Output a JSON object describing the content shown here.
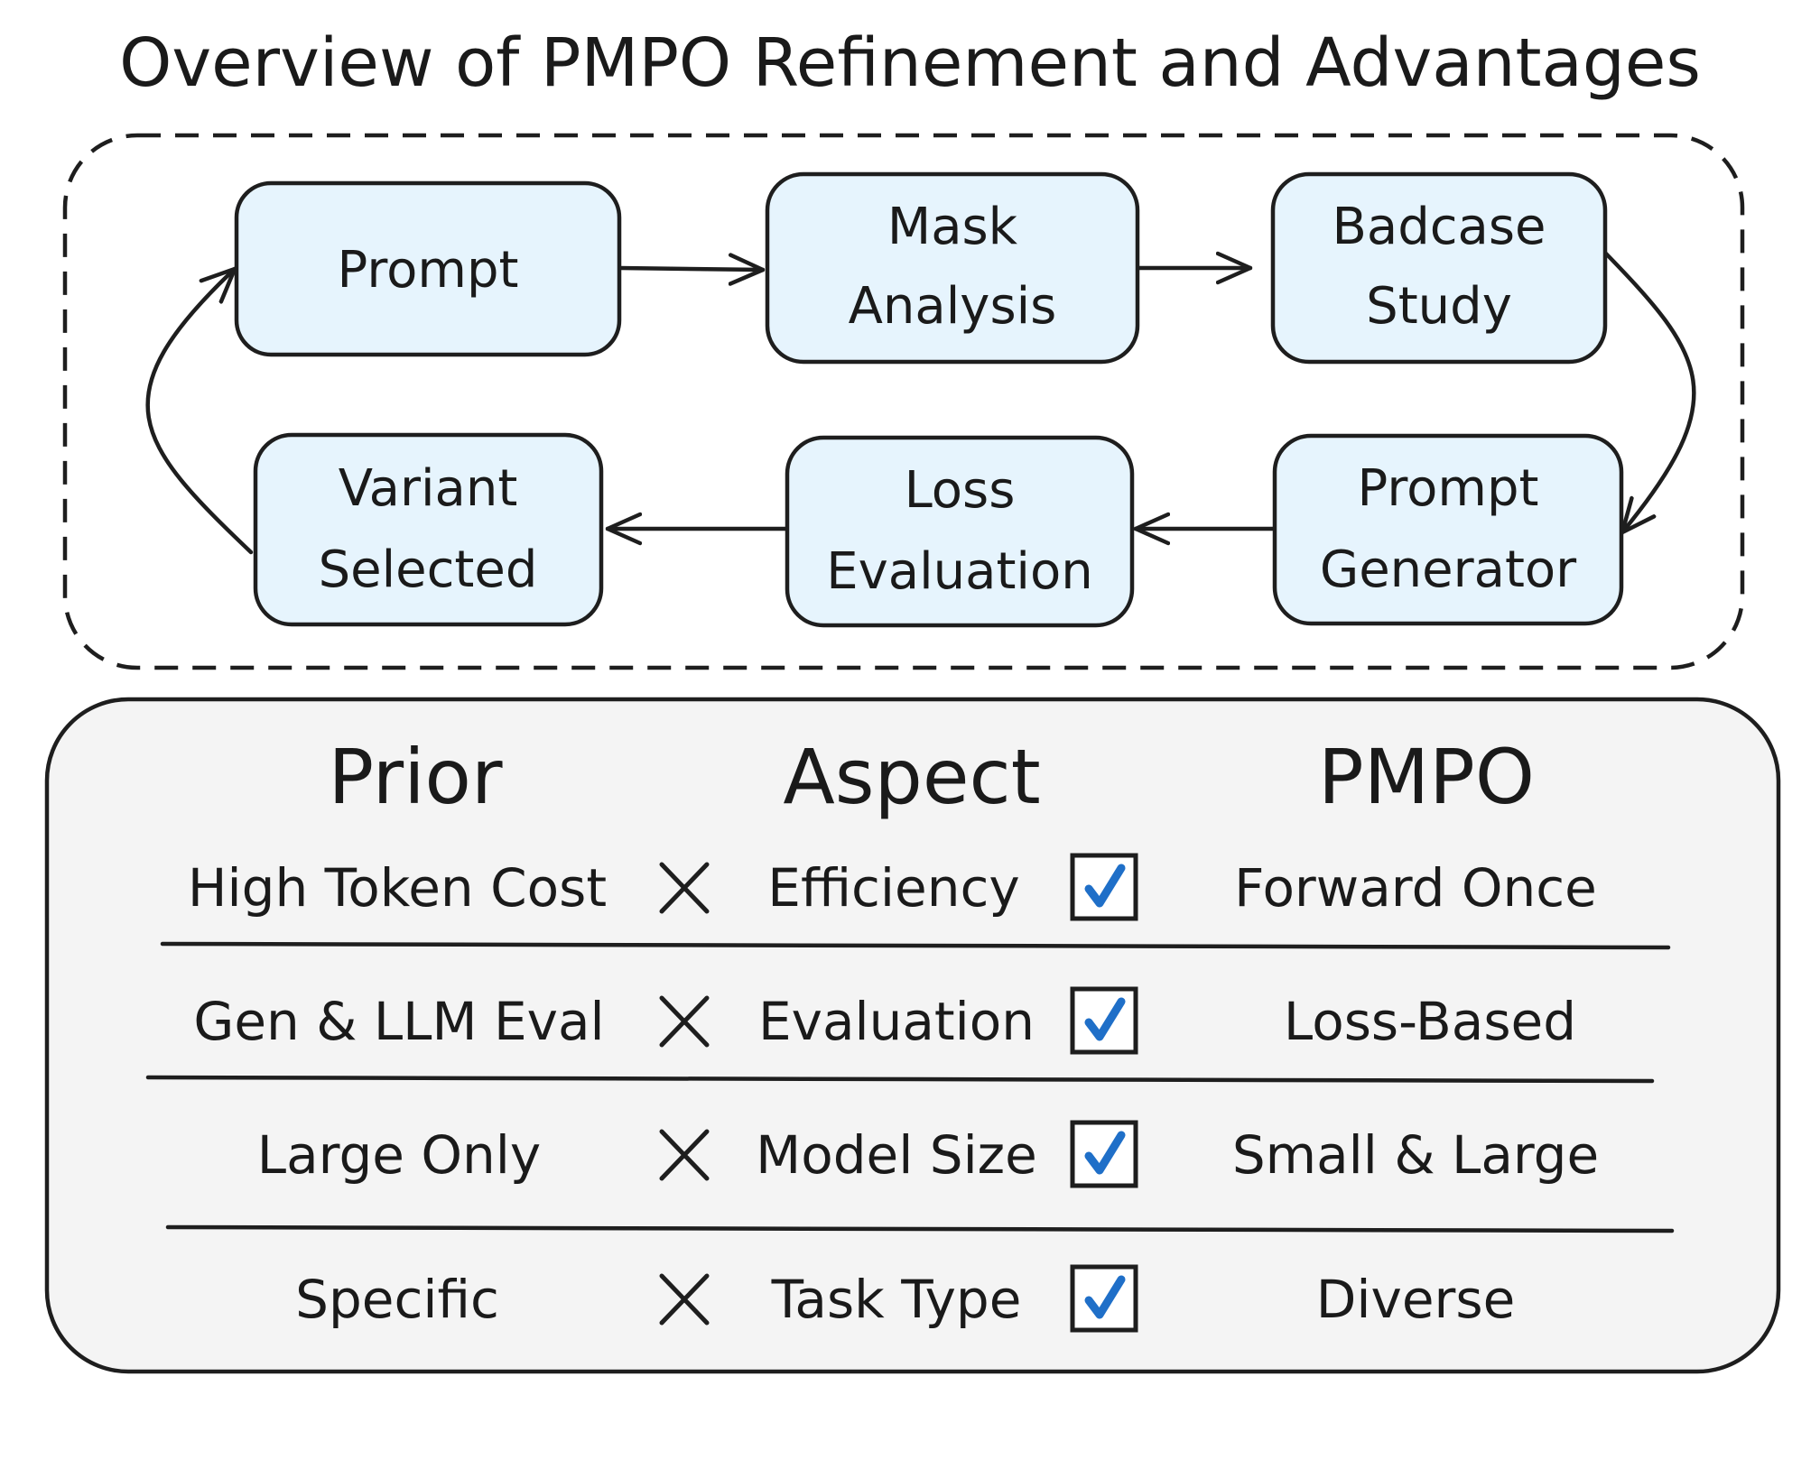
{
  "title": "Overview of PMPO Refinement and Advantages",
  "flow": {
    "nodes": [
      {
        "id": "prompt",
        "lines": [
          "Prompt"
        ]
      },
      {
        "id": "mask-analysis",
        "lines": [
          "Mask",
          "Analysis"
        ]
      },
      {
        "id": "badcase-study",
        "lines": [
          "Badcase",
          "Study"
        ]
      },
      {
        "id": "prompt-generator",
        "lines": [
          "Prompt",
          "Generator"
        ]
      },
      {
        "id": "loss-evaluation",
        "lines": [
          "Loss",
          "Evaluation"
        ]
      },
      {
        "id": "variant-selected",
        "lines": [
          "Variant",
          "Selected"
        ]
      }
    ],
    "edges": [
      {
        "from": "prompt",
        "to": "mask-analysis"
      },
      {
        "from": "mask-analysis",
        "to": "badcase-study"
      },
      {
        "from": "badcase-study",
        "to": "prompt-generator"
      },
      {
        "from": "prompt-generator",
        "to": "loss-evaluation"
      },
      {
        "from": "loss-evaluation",
        "to": "variant-selected"
      },
      {
        "from": "variant-selected",
        "to": "prompt"
      }
    ]
  },
  "comparison": {
    "headers": {
      "prior": "Prior",
      "aspect": "Aspect",
      "pmpo": "PMPO"
    },
    "rows": [
      {
        "prior": "High Token Cost",
        "aspect": "Efficiency",
        "pmpo": "Forward Once"
      },
      {
        "prior": "Gen & LLM Eval",
        "aspect": "Evaluation",
        "pmpo": "Loss-Based"
      },
      {
        "prior": "Large Only",
        "aspect": "Model Size",
        "pmpo": "Small & Large"
      },
      {
        "prior": "Specific",
        "aspect": "Task Type",
        "pmpo": "Diverse"
      }
    ],
    "prior_marker_icon": "cross-icon",
    "pmpo_marker_icon": "checkbox-checked-icon",
    "check_color": "#1f6fc8",
    "panel_color": "#f4f4f4",
    "node_color": "#e6f4fd"
  }
}
